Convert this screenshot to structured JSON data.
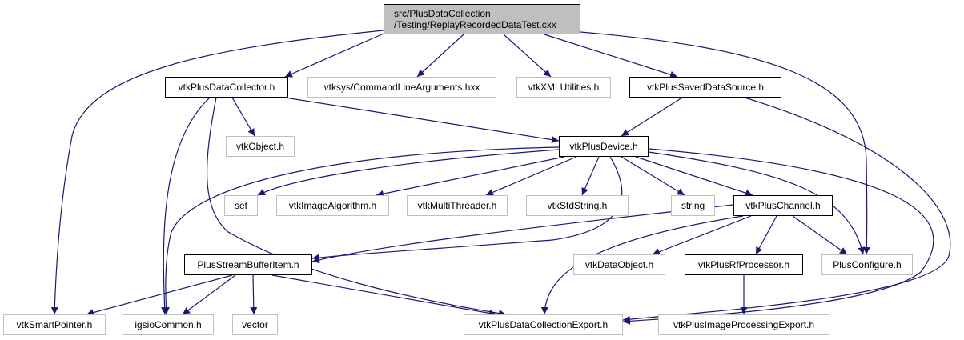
{
  "root": {
    "line1": "src/PlusDataCollection",
    "line2": "/Testing/ReplayRecordedDataTest.cxx"
  },
  "nodes": {
    "vtkPlusDataCollector": "vtkPlusDataCollector.h",
    "cmdArgs": "vtksys/CommandLineArguments.hxx",
    "xmlUtils": "vtkXMLUtilities.h",
    "savedDataSource": "vtkPlusSavedDataSource.h",
    "vtkObject": "vtkObject.h",
    "vtkPlusDevice": "vtkPlusDevice.h",
    "set": "set",
    "imageAlgorithm": "vtkImageAlgorithm.h",
    "multiThreader": "vtkMultiThreader.h",
    "stdString": "vtkStdString.h",
    "string": "string",
    "plusChannel": "vtkPlusChannel.h",
    "streamBufferItem": "PlusStreamBufferItem.h",
    "dataObject": "vtkDataObject.h",
    "rfProcessor": "vtkPlusRfProcessor.h",
    "plusConfigure": "PlusConfigure.h",
    "smartPointer": "vtkSmartPointer.h",
    "igsioCommon": "igsioCommon.h",
    "vector": "vector",
    "dataCollectionExport": "vtkPlusDataCollectionExport.h",
    "imageProcessingExport": "vtkPlusImageProcessingExport.h"
  },
  "colors": {
    "edge": "#191970",
    "root_fill": "#bfbfbf",
    "solid_border": "#000000",
    "gray_border": "#bfbfbf"
  }
}
